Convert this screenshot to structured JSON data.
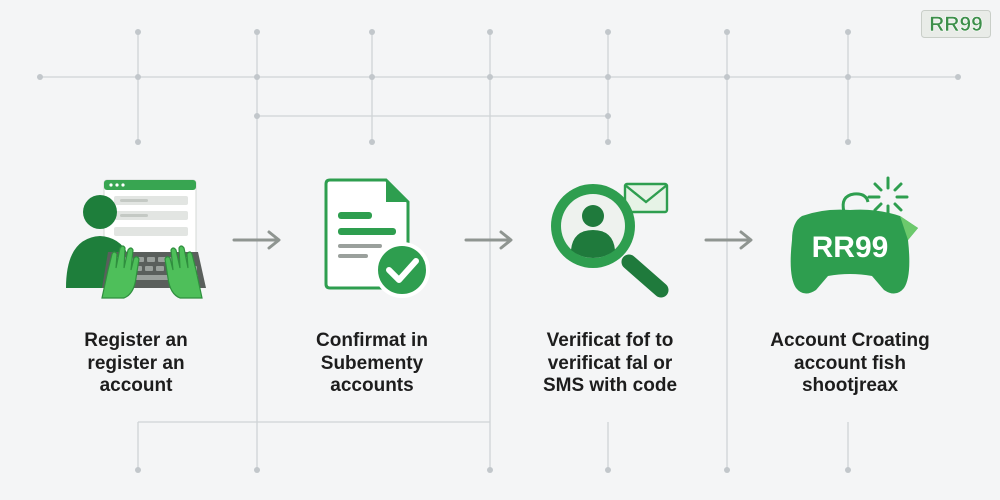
{
  "brand": {
    "logo_text": "RR99",
    "badge_text": "RR99",
    "primary": "#2e9e4f",
    "dark": "#1f7a3c",
    "light": "#6cc96c"
  },
  "steps": [
    {
      "icon": "user-register-icon",
      "caption": "Register an\nregister an\naccount"
    },
    {
      "icon": "document-check-icon",
      "caption": "Confirmat in\nSubementy\naccounts"
    },
    {
      "icon": "magnifier-user-mail-icon",
      "caption": "Verificat fof to\nverificat fal or\nSMS with code"
    },
    {
      "icon": "gamepad-icon",
      "caption": "Account  Croating\naccount fish\nshootjreax"
    }
  ]
}
